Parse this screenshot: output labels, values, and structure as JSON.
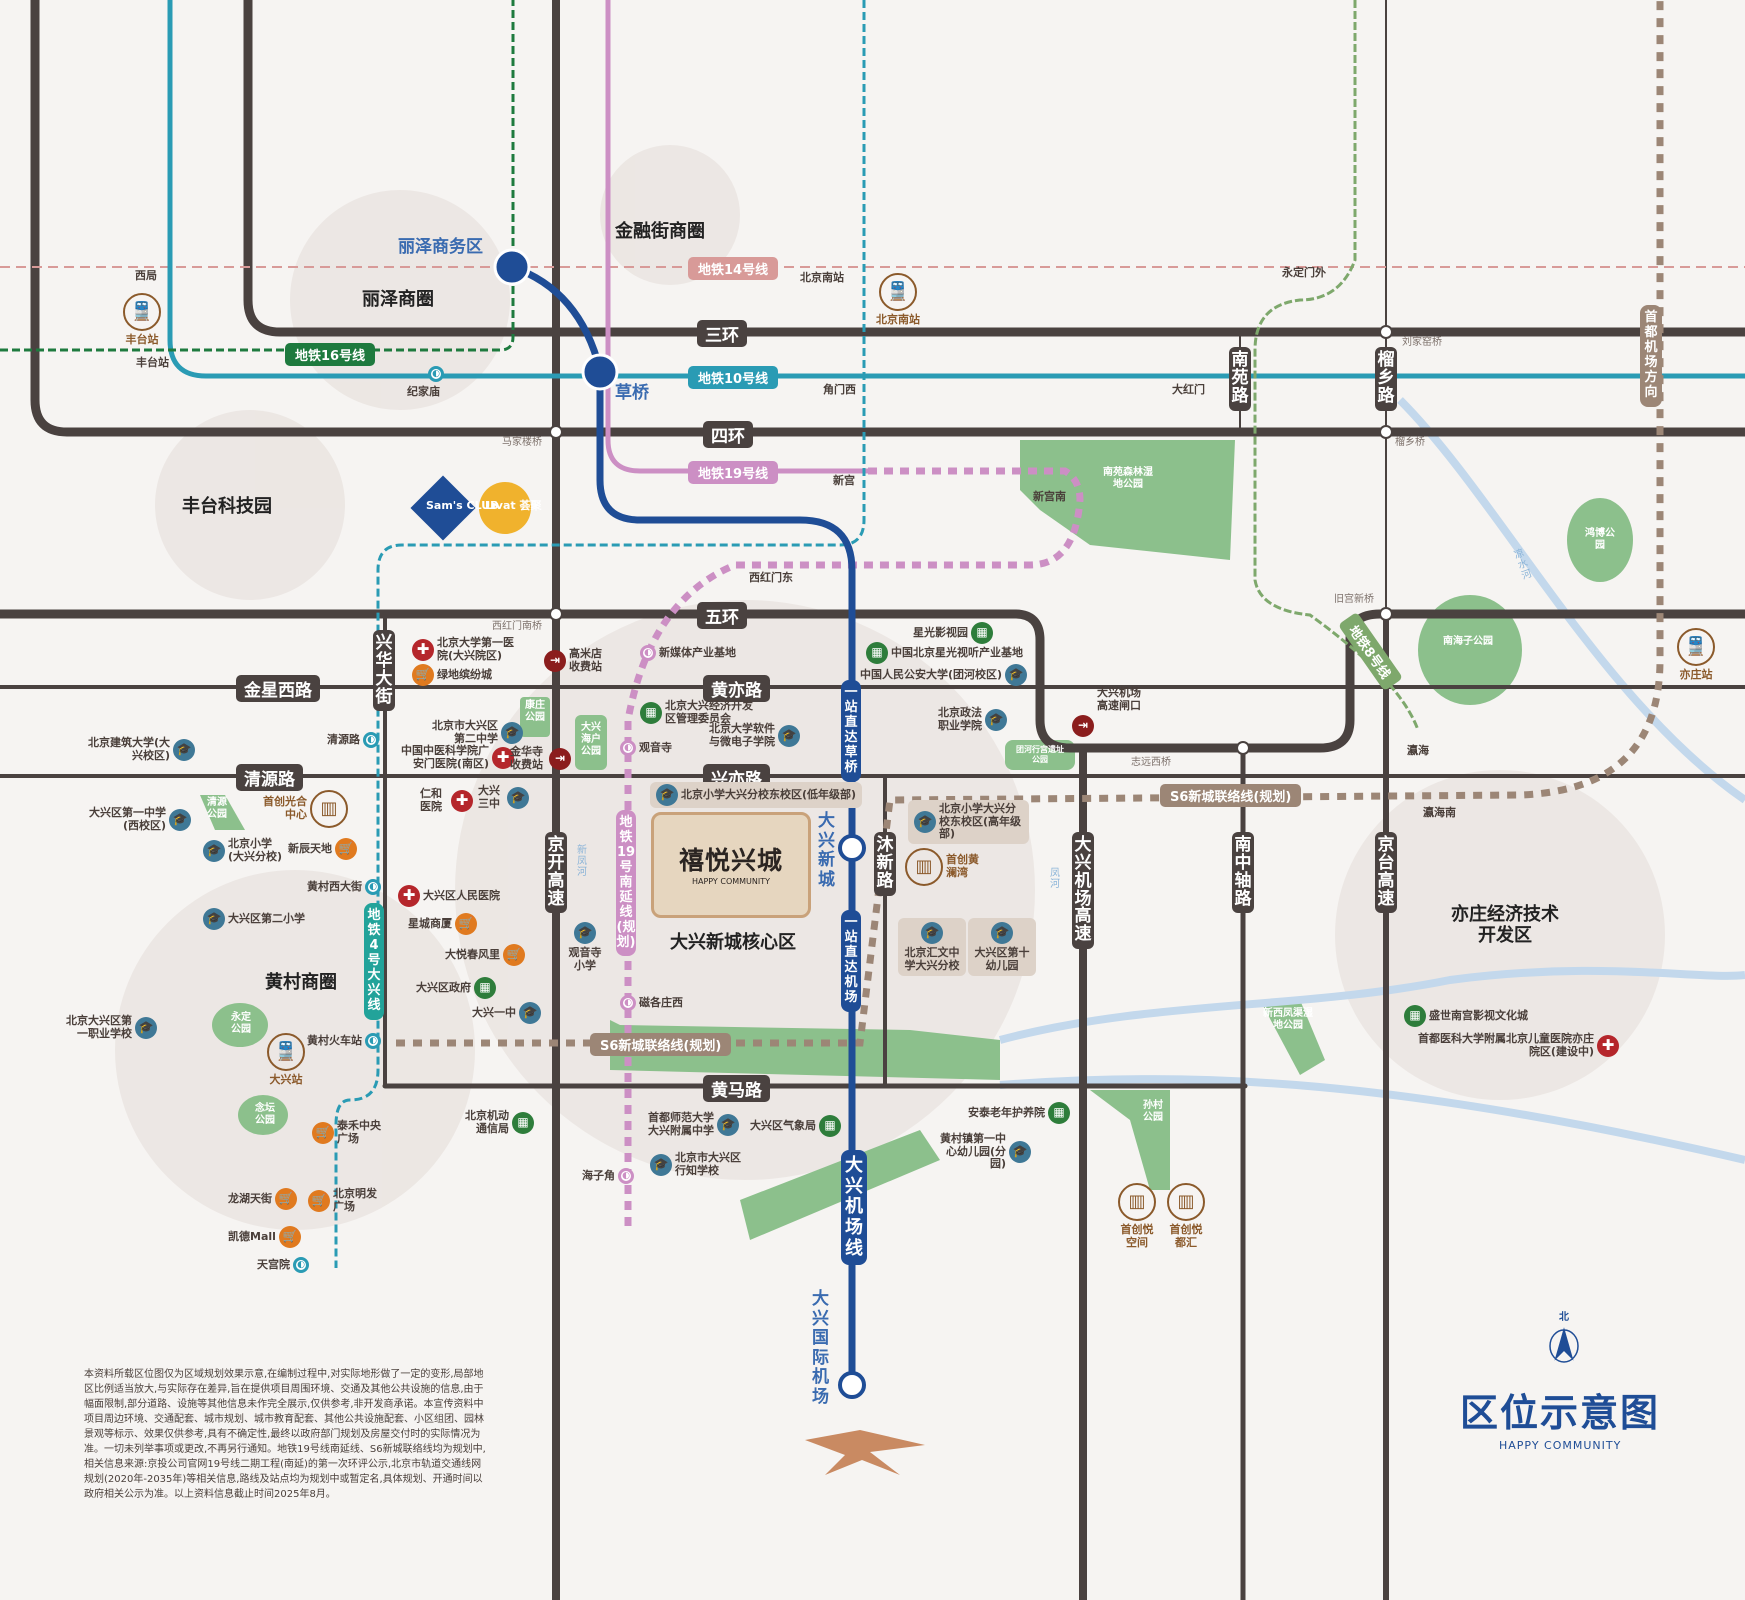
{
  "title": "区位示意图",
  "subtitle": "HAPPY COMMUNITY",
  "compass": "北",
  "project": {
    "name": "禧悦兴城",
    "name_en": "HAPPY COMMUNITY",
    "area": "大兴新城核心区"
  },
  "colors": {
    "road": "#4a4240",
    "line4": "#2a9bb4",
    "line10": "#2a9bb4",
    "line14": "#d89a98",
    "line16": "#1e7a3e",
    "line19": "#cc8fc4",
    "airport_line": "#1f4d96",
    "line8": "#7ea86c",
    "s6": "#9c8676",
    "park": "#8cc08c",
    "river": "#c3d8ec",
    "title": "#1f4d96"
  },
  "zones": [
    "丽泽商圈",
    "金融街商圈",
    "丰台科技园",
    "黄村商圈",
    "亦庄经济技术开发区"
  ],
  "rings": [
    "三环",
    "四环",
    "五环"
  ],
  "roads_h": [
    "金星西路",
    "清源路",
    "黄亦路",
    "兴亦路",
    "黄马路"
  ],
  "roads_v": [
    "兴华大街",
    "京开高速",
    "沐新路",
    "大兴机场高速",
    "南中轴路",
    "京台高速",
    "南苑路",
    "榴乡路"
  ],
  "metro_lines": {
    "line14": "地铁14号线",
    "line16": "地铁16号线",
    "line10": "地铁10号线",
    "line19": "地铁19号线",
    "line4": "地铁4号大兴线",
    "line19_ext": "地铁19号南延线(规划)",
    "line8": "地铁8号线",
    "s6": "S6新城联络线(规划)",
    "airport": "大兴机场线"
  },
  "airport_arrows": {
    "up": "一站直达草桥",
    "down": "一站直达机场"
  },
  "airport_stations": [
    "丽泽商务区",
    "草桥",
    "大兴新城",
    "大兴国际机场"
  ],
  "stations": [
    "西局",
    "丰台站",
    "纪家庙",
    "北京南站",
    "角门西",
    "永定门外",
    "大红门",
    "新宫",
    "新宫南",
    "西红门东",
    "新媒体产业基地",
    "观音寺",
    "磁各庄西",
    "海子角",
    "清源路",
    "黄村西大街",
    "黄村火车站",
    "天宫院",
    "瀛海",
    "瀛海南"
  ],
  "rail_stations": [
    "丰台站",
    "北京南站",
    "大兴站",
    "亦庄站"
  ],
  "bridges": [
    "马家楼桥",
    "刘家窑桥",
    "榴乡桥",
    "西红门南桥",
    "旧宫新桥",
    "志远西桥"
  ],
  "direction": "首都机场方向",
  "brands": [
    "Sam's CLUB",
    "Livat 荟聚"
  ],
  "pois": {
    "hospitals": [
      "北京大学第一医院(大兴院区)",
      "中国中医科学院广安门医院(南区)",
      "仁和医院",
      "大兴区人民医院",
      "首都医科大学附属北京儿童医院亦庄院区(建设中)"
    ],
    "schools": [
      "北京建筑大学(大兴校区)",
      "大兴区第一中学(西校区)",
      "北京小学(大兴分校)",
      "大兴区第二小学",
      "北京大兴区第一职业学校",
      "北京市大兴区第二中学",
      "大兴三中",
      "观音寺小学",
      "大兴一中",
      "北京小学大兴分校东校区(低年级部)",
      "北京大学软件与微电子学院",
      "中国人民公安大学(团河校区)",
      "北京政法职业学院",
      "北京小学大兴分校东校区(高年级部)",
      "北京汇文中学大兴分校",
      "大兴区第十幼儿园",
      "首都师范大学大兴附属中学",
      "北京市大兴区行知学校",
      "黄村镇第一中心幼儿园(分园)"
    ],
    "shopping": [
      "绿地缤纷城",
      "新辰天地",
      "星城商厦",
      "大悦春风里",
      "泰禾中央广场",
      "龙湖天街",
      "北京明发广场",
      "凯德Mall"
    ],
    "gov": [
      "北京大兴经济开发区管理委员会",
      "星光影视园",
      "中国北京星光视听产业基地",
      "大兴区政府",
      "北京机动通信局",
      "大兴区气象局",
      "安泰老年护养院",
      "盛世南宫影视文化城"
    ],
    "toll": [
      "高米店收费站",
      "金华寺收费站",
      "大兴机场高速闸口"
    ],
    "developments": [
      "首创光合中心",
      "首创黄澜湾",
      "首创悦空间",
      "首创悦都汇"
    ]
  },
  "parks": [
    "南苑森林湿地公园",
    "鸿博公园",
    "南海子公园",
    "康庄公园",
    "大兴海户公园",
    "清源公园",
    "永定公园",
    "念坛公园",
    "团河行宫遗址公园",
    "新西凤渠湿地公园",
    "孙村公园"
  ],
  "rivers": [
    "新凤河",
    "凤河",
    "凉水河"
  ],
  "disclaimer": "本资料所载区位图仅为区域规划效果示意,在编制过程中,对实际地形做了一定的变形,局部地区比例适当放大,与实际存在差异,旨在提供项目周围环境、交通及其他公共设施的信息,由于幅面限制,部分道路、设施等其他信息未作完全展示,仅供参考,非开发商承诺。本宣传资料中项目周边环境、交通配套、城市规划、城市教育配套、其他公共设施配套、小区组团、园林景观等标示、效果仅供参考,具有不确定性,最终以政府部门规划及房屋交付时的实际情况为准。一切未列举事项或更改,不再另行通知。地铁19号线南延线、S6新城联络线均为规划中,相关信息来源:京投公司官网19号线二期工程(南延)的第一次环评公示,北京市轨道交通线网规划(2020年-2035年)等相关信息,路线及站点均为规划中或暂定名,具体规划、开通时间以政府相关公示为准。以上资料信息截止时间2025年8月。"
}
